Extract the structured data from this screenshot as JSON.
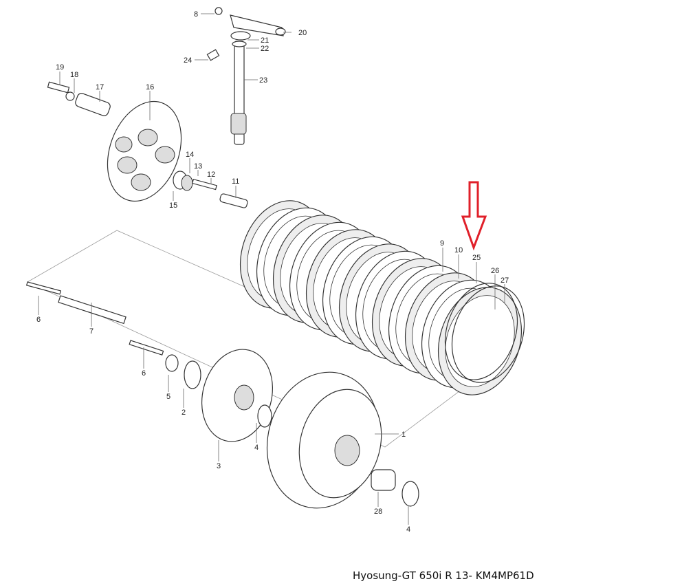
{
  "diagram": {
    "caption": "Hyosung-GT 650i R 13- KM4MP61D",
    "highlight_color": "#e0202a",
    "highlighted_part": "25",
    "labels": [
      "8",
      "20",
      "21",
      "22",
      "24",
      "23",
      "19",
      "18",
      "17",
      "16",
      "14",
      "13",
      "12",
      "11",
      "15",
      "9",
      "10",
      "25",
      "26",
      "27",
      "6",
      "7",
      "6",
      "5",
      "2",
      "3",
      "4",
      "1",
      "28",
      "4"
    ]
  }
}
